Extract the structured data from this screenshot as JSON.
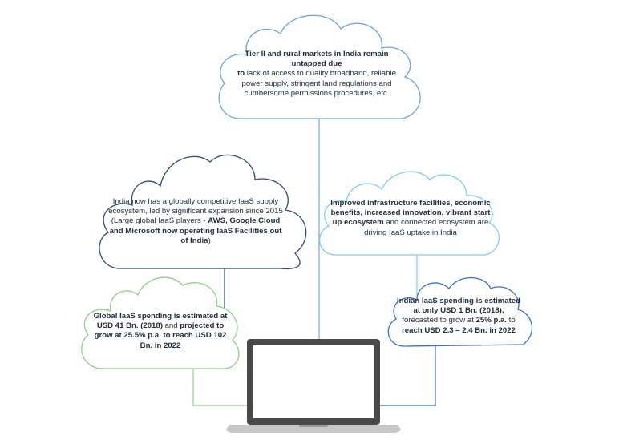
{
  "clouds": {
    "top": {
      "bold": "Tier II and rural markets in India remain untapped due",
      "normal_lead": "to",
      "normal": "lack of access to quality broadband, reliable power supply, stringent land regulations and cumbersome permissions procedures, etc."
    },
    "left_mid": {
      "normal": "India now has a globally competitive IaaS supply ecosystem, led by significant expansion since 2015 (Large global IaaS players -",
      "bold": "AWS, Google Cloud and Microsoft now operating IaaS Facilities out of India",
      "normal_tail": ")"
    },
    "right_mid": {
      "bold": "Improved infrastructure facilities, economic benefits, increased innovation, vibrant start up ecosystem",
      "normal": "and connected ecosystem are driving IaaS uptake in India"
    },
    "left_bottom": {
      "bold_1": "Global IaaS spending is estimated at",
      "bold_2": "USD 41 Bn. (2018)",
      "normal": "and",
      "bold_3": "projected to grow at 25.5% p.a. to reach USD 102 Bn. in 2022"
    },
    "right_bottom": {
      "bold_1": "Indian IaaS spending is estimated at only USD 1 Bn. (2018),",
      "normal": "forecasted to grow at",
      "bold_2": "25% p.a.",
      "normal_2": "to",
      "bold_3": "reach USD 2.3 – 2.4 Bn. in 2022"
    }
  },
  "colors": {
    "top_cloud": "#6aa6d9",
    "left_mid_cloud": "#2f4a7c",
    "right_mid_cloud": "#7fd0e6",
    "left_bottom_cloud": "#8fcf88",
    "right_bottom_cloud": "#3c6ed1",
    "laptop_body": "#4a4a4a",
    "laptop_base": "#c8c8c8"
  },
  "icons": {
    "device": "laptop-icon"
  }
}
